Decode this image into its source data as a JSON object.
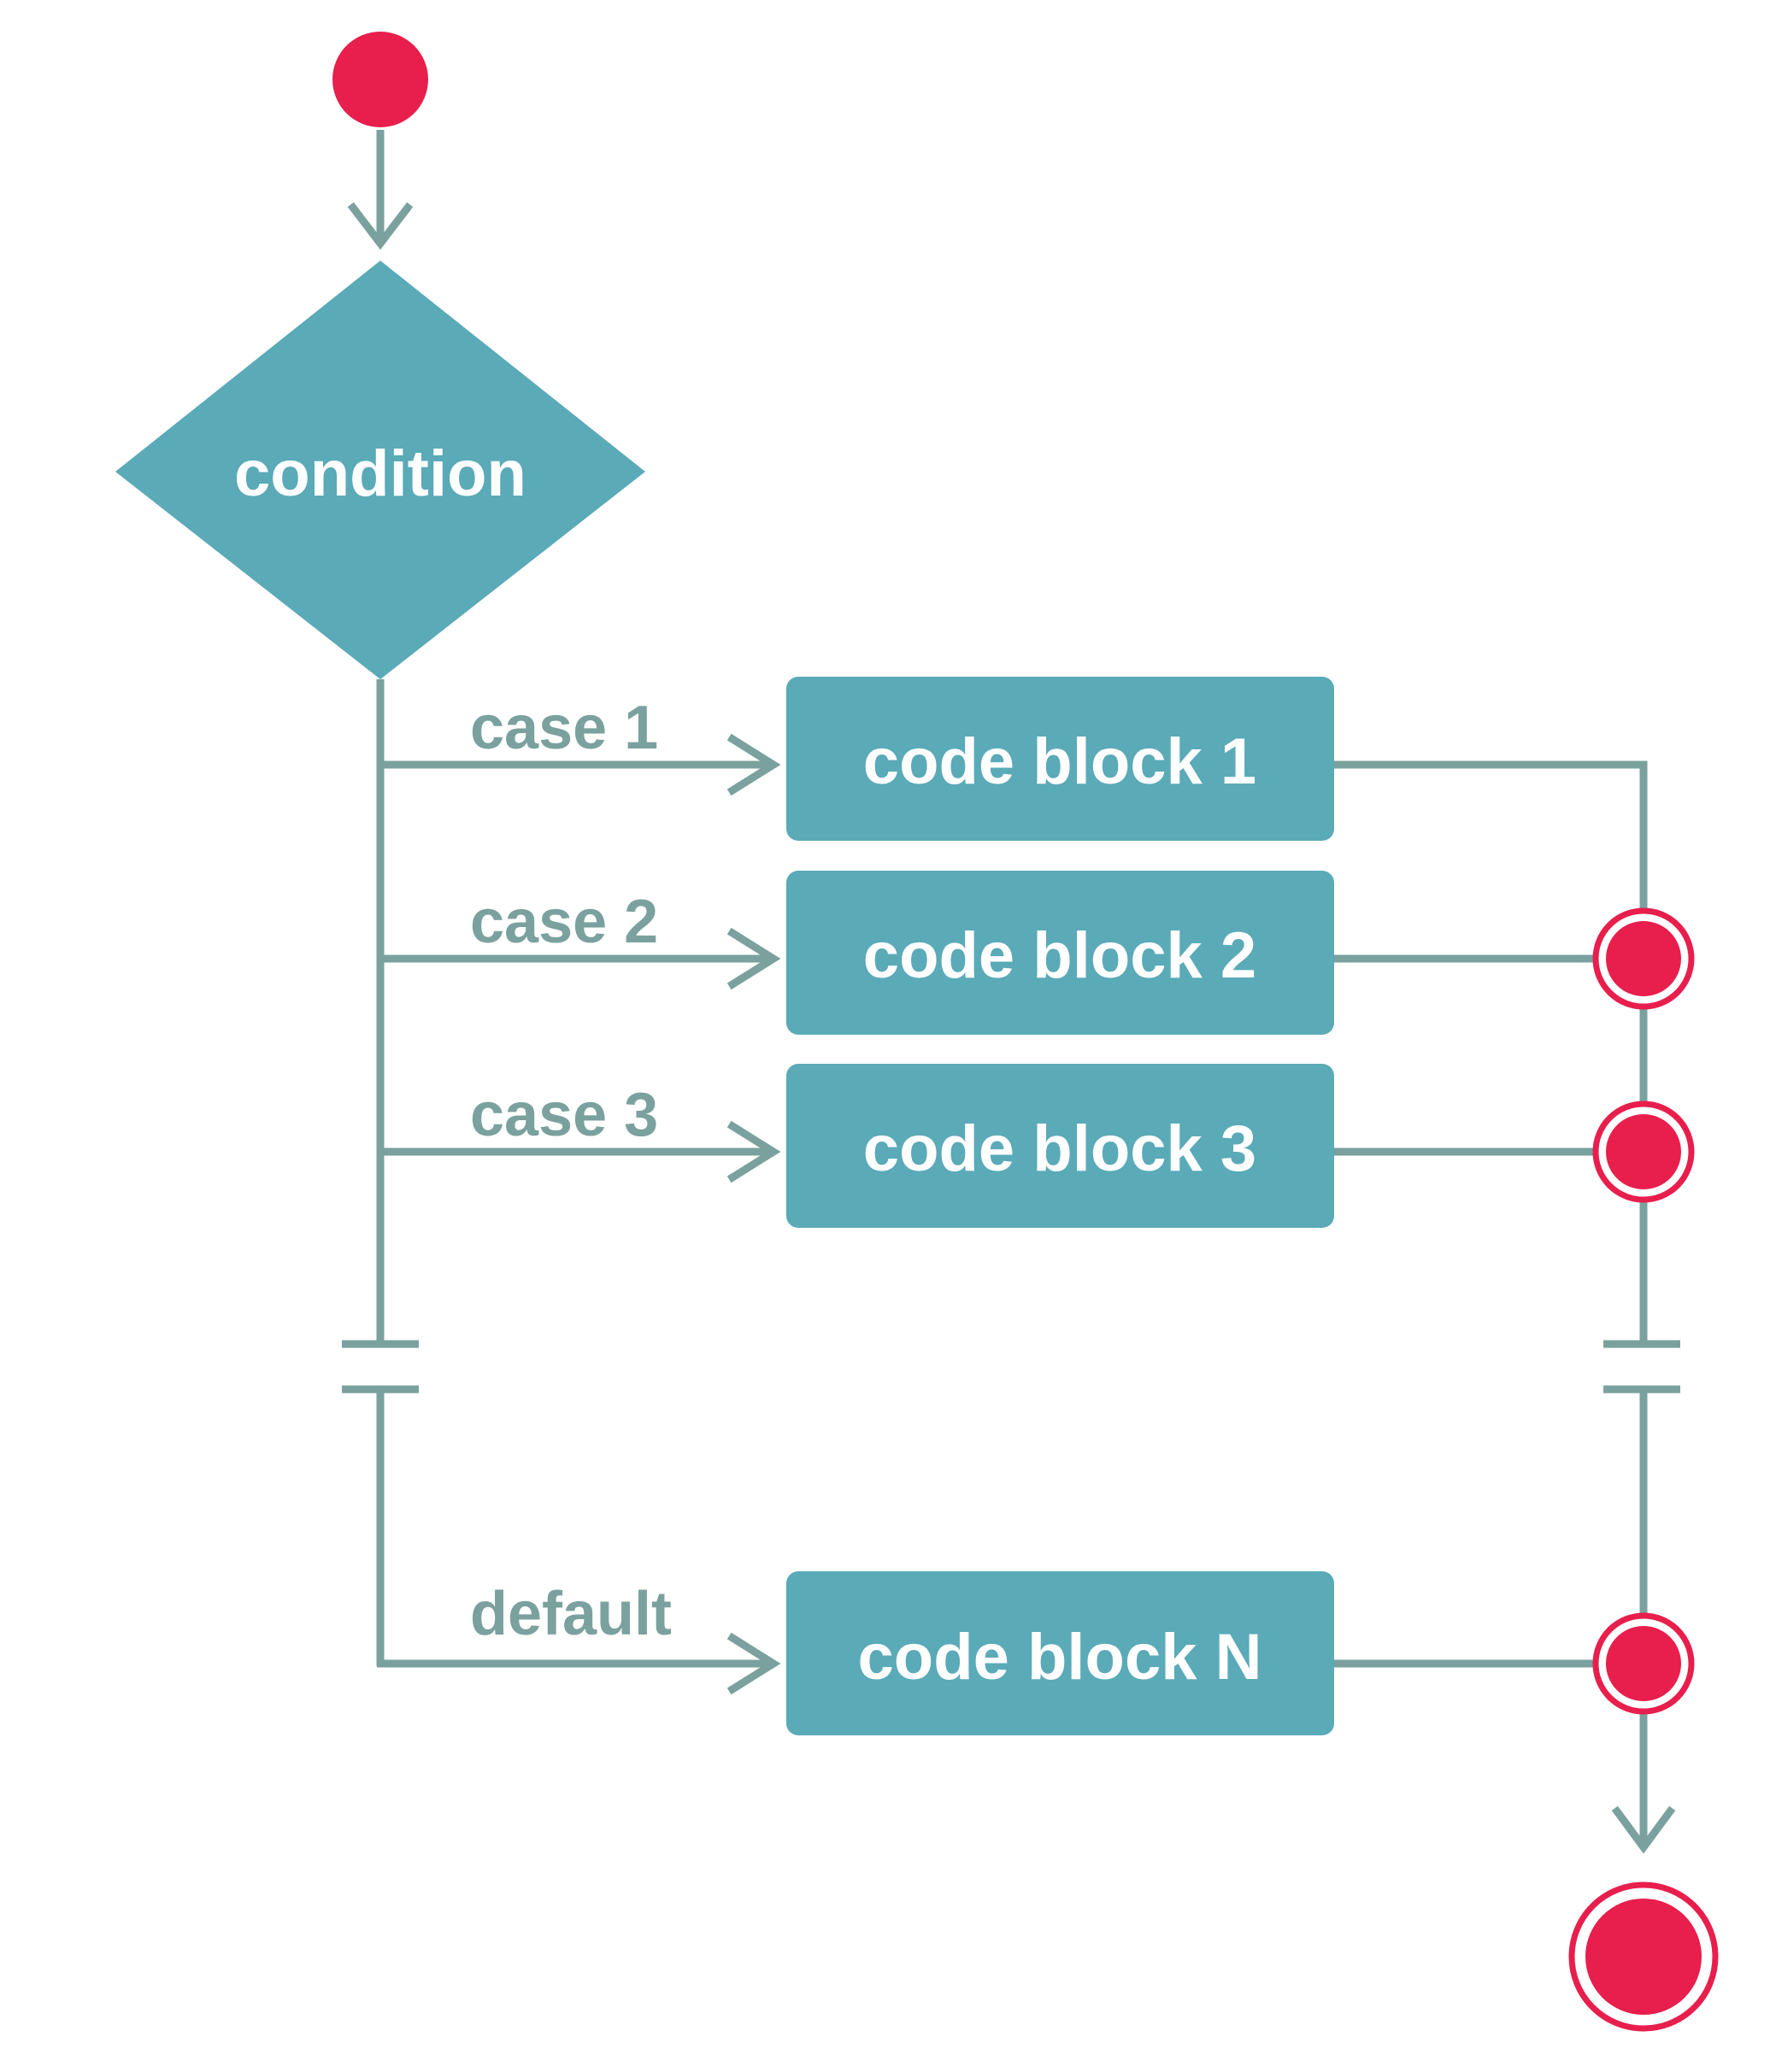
{
  "colors": {
    "line": "#7aa19e",
    "shape": "#5aaab8",
    "node": "#e81e4c",
    "text_on_shape": "#ffffff"
  },
  "decision": {
    "label": "condition"
  },
  "cases": [
    {
      "edge_label": "case 1",
      "block_label": "code block 1"
    },
    {
      "edge_label": "case 2",
      "block_label": "code block 2"
    },
    {
      "edge_label": "case 3",
      "block_label": "code block 3"
    },
    {
      "edge_label": "default",
      "block_label": "code block N"
    }
  ]
}
